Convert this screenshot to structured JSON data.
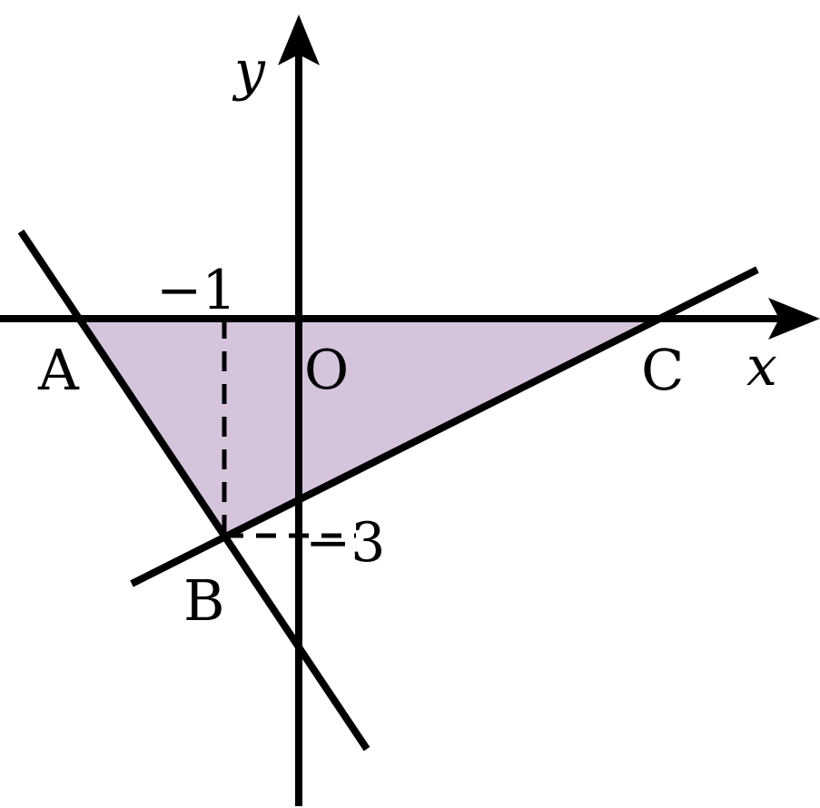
{
  "axes": {
    "x_label": "x",
    "y_label": "y",
    "origin_label": "O"
  },
  "ticks": {
    "x_tick": "−1",
    "y_tick": "−3"
  },
  "points": {
    "a": "A",
    "b": "B",
    "c": "C"
  },
  "colors": {
    "region_fill": "#d6c4dd",
    "ink": "#000000"
  }
}
